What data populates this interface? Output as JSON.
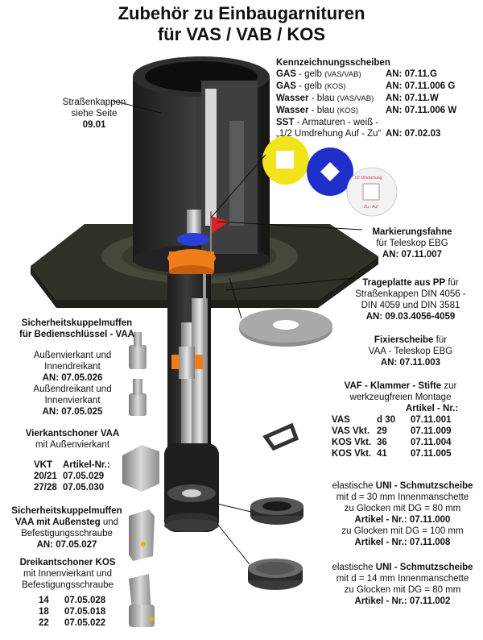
{
  "title": {
    "line1": "Zubehör zu Einbaugarnituren",
    "line2": "für VAS / VAB / KOS"
  },
  "strassenkappen": {
    "line1": "Straßenkappen",
    "line2": "siehe Seite",
    "page": "09.01"
  },
  "kennzeichnung": {
    "heading": "Kennzeichnungsscheiben",
    "rows": [
      {
        "name": "GAS",
        "desc": " - gelb ",
        "note": "(VAS/VAB)",
        "an": "AN: 07.11.G"
      },
      {
        "name": "GAS",
        "desc": " - gelb ",
        "note": "(KOS)",
        "an": "AN: 07.11.006 G"
      },
      {
        "name": "Wasser",
        "desc": " - blau ",
        "note": "(VAS/VAB)",
        "an": "AN: 07.11.W"
      },
      {
        "name": "Wasser",
        "desc": " - blau ",
        "note": "(KOS)",
        "an": "AN: 07.11.006 W"
      }
    ],
    "sst_name": "SST",
    "sst_desc": " - Armaturen - weiß -",
    "sst_line2": "„1/2 Umdrehung Auf - Zu“",
    "sst_an": "AN: 07.02.03",
    "disc_text_top": "1/2 Umdrehung",
    "disc_text_bottom": "Zu - Auf"
  },
  "markierungsfahne": {
    "heading": "Markierungsfahne",
    "line2": "für Teleskop EBG",
    "an": "AN: 07.11.007"
  },
  "trageplatte": {
    "heading": "Trageplatte aus PP",
    "heading_rest": " für",
    "line2": "Straßenkappen DIN 4056 -",
    "line3": "DIN 4059 und DIN 3581",
    "an": "AN: 09.03.4056-4059"
  },
  "fixierscheibe": {
    "heading": "Fixierscheibe",
    "heading_rest": " für",
    "line2": "VAA - Teleskop EBG",
    "an": "AN: 07.11.003"
  },
  "vaf": {
    "heading": "VAF - Klammer - Stifte",
    "heading_rest": " zur",
    "line2": "werkzeugfreien Montage",
    "col_header": "Artikel - Nr.:",
    "rows": [
      {
        "type": "VAS",
        "size": "d 30",
        "nr": "07.11.001"
      },
      {
        "type": "VAS Vkt.",
        "size": "29",
        "nr": "07.11.009"
      },
      {
        "type": "KOS Vkt.",
        "size": "36",
        "nr": "07.11.004"
      },
      {
        "type": "KOS Vkt.",
        "size": "41",
        "nr": "07.11.005"
      }
    ]
  },
  "uni1": {
    "line1_pre": "elastische ",
    "line1_bold": "UNI - Schmutzscheibe",
    "line2": "mit d = 30 mm Innenmanschette",
    "line3": "zu Glocken mit DG = 80 mm",
    "line4": "Artikel - Nr.: 07.11.000",
    "line5": "zu Glocken mit DG = 100 mm",
    "line6": "Artikel - Nr.: 07.11.008"
  },
  "uni2": {
    "line1_pre": "elastische ",
    "line1_bold": "UNI - Schmutzscheibe",
    "line2": "mit d = 14 mm Innenmanschette",
    "line3": "zu Glocken mit DG = 80 mm",
    "line4": "Artikel - Nr.: 07.11.002"
  },
  "sicherheit1": {
    "heading1": "Sicherheitskuppelmuffen",
    "heading2": "für Bedienschlüssel - VAA",
    "a_line1": "Außenvierkant und",
    "a_line2": "Innendreikant",
    "a_an": "AN: 07.05.026",
    "b_line1": "Außendreikant und",
    "b_line2": "Innenvierkant",
    "b_an": "AN: 07.05.025"
  },
  "vierkantschoner": {
    "heading": "Vierkantschoner VAA",
    "line2": "mit Außenvierkant",
    "col1": "VKT",
    "col2": "Artikel-Nr.:",
    "rows": [
      {
        "vkt": "20/21",
        "nr": "07.05.029"
      },
      {
        "vkt": "27/28",
        "nr": "07.05.030"
      }
    ]
  },
  "sicherheit2": {
    "heading1": "Sicherheitskuppelmuffen",
    "heading2": "VAA mit Außensteg",
    "heading2_rest": " und",
    "line3": "Befestigungsschraube",
    "an": "AN: 07.05.027"
  },
  "dreikantschoner": {
    "heading": "Dreikantschoner KOS",
    "line2": "mit Innenvierkant und",
    "line3": "Befestigungsschraube",
    "rows": [
      {
        "size": "14",
        "nr": "07.05.028"
      },
      {
        "size": "18",
        "nr": "07.05.018"
      },
      {
        "size": "22",
        "nr": "07.05.022"
      }
    ]
  },
  "colors": {
    "yellow": "#f2e31b",
    "blue": "#1f2fc9",
    "orange": "#f07d1a",
    "red": "#e02020",
    "plate": "#3a3b2c",
    "body": "#2a2a2a"
  }
}
